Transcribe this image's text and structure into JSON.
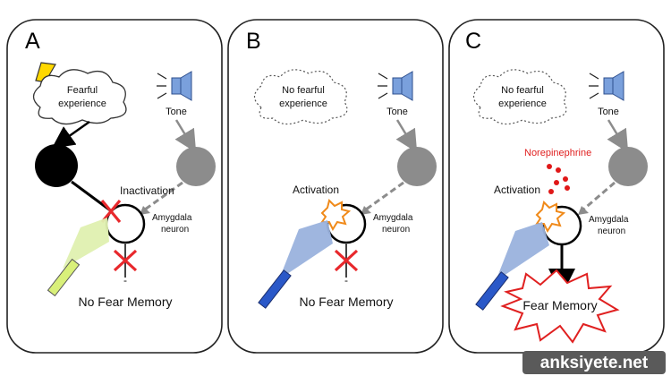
{
  "panels": [
    {
      "letter": "A",
      "cloud_lines": [
        "Fearful",
        "experience"
      ],
      "tone_label": "Tone",
      "process_label": "Inactivation",
      "neuron_label_lines": [
        "Amygdala",
        "neuron"
      ],
      "minus_sign": "-",
      "outcome": "No Fear Memory"
    },
    {
      "letter": "B",
      "cloud_lines": [
        "No fearful",
        "experience"
      ],
      "tone_label": "Tone",
      "process_label": "Activation",
      "neuron_label_lines": [
        "Amygdala",
        "neuron"
      ],
      "minus_sign": "-",
      "outcome": "No Fear Memory"
    },
    {
      "letter": "C",
      "cloud_lines": [
        "No fearful",
        "experience"
      ],
      "tone_label": "Tone",
      "process_label": "Activation",
      "neuron_label_lines": [
        "Amygdala",
        "neuron"
      ],
      "modulator": "Norepinephrine",
      "outcome": "Fear Memory"
    }
  ],
  "watermark": "anksiyete.net",
  "colors": {
    "black_neuron": "#000000",
    "tone_neuron": "#8c8c8c",
    "inhibit_x": "#e8282c",
    "light_green_beam": "#dff0b0",
    "blue_beam": "#9ab2dd",
    "blue_fiber": "#2a58c8",
    "burst_orange": "#f08a1a",
    "norepinephrine_dots": "#e01818"
  },
  "icons": [
    "lightning-icon",
    "speaker-icon",
    "optic-fiber-icon",
    "burst-icon"
  ]
}
